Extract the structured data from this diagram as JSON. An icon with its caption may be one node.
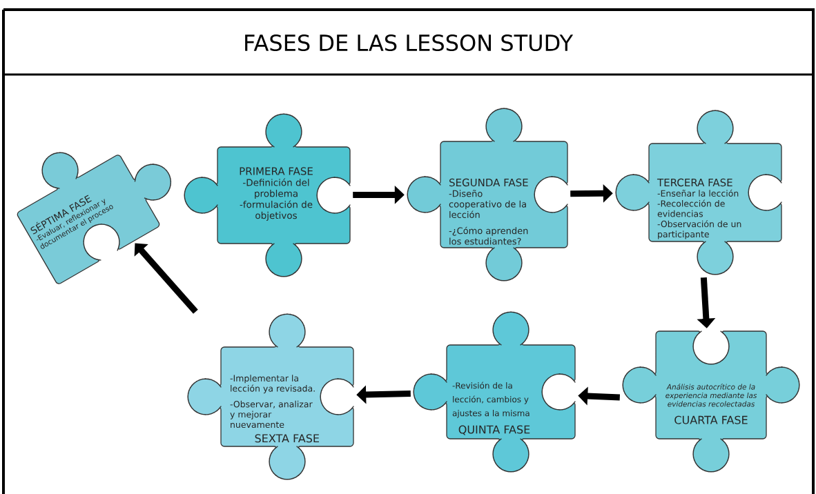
{
  "diagram": {
    "title": "FASES DE LAS LESSON STUDY",
    "nodes": [
      {
        "text": [
          "PRIMERA FASE",
          "-Definición del problema",
          "-formulación de objetivos"
        ]
      },
      {
        "text": [
          "SEGUNDA FASE",
          "-Diseño cooperativo de la lección",
          "-¿Cómo aprenden los estudiantes?"
        ]
      },
      {
        "text": [
          "TERCERA FASE",
          "-Enseñar la lección",
          "-Recolección de evidencias",
          "-Observación de un participante"
        ]
      },
      {
        "text": [
          "Análisis autocrítico de la experiencia mediante las evidencias recolectadas",
          "CUARTA FASE"
        ]
      },
      {
        "text": [
          "-Revisión de la lección, cambios y ajustes a la misma",
          "QUINTA FASE"
        ]
      },
      {
        "text": [
          "-Implementar la lección ya revisada.",
          "-Observar, analizar y mejorar nuevamente",
          "SEXTA FASE"
        ]
      },
      {
        "text": [
          "SÉPTIMA FASE",
          "-Evaluar, reflexionar y documentar el proceso"
        ]
      }
    ],
    "edges": [
      {
        "from": 0,
        "to": 1,
        "arrow": "to"
      },
      {
        "from": 1,
        "to": 2,
        "arrow": "to"
      },
      {
        "from": 2,
        "to": 3,
        "arrow": "to"
      },
      {
        "from": 3,
        "to": 4,
        "arrow": "to"
      },
      {
        "from": 4,
        "to": 5,
        "arrow": "to"
      },
      {
        "from": 5,
        "to": 6,
        "arrow": "to"
      }
    ]
  }
}
